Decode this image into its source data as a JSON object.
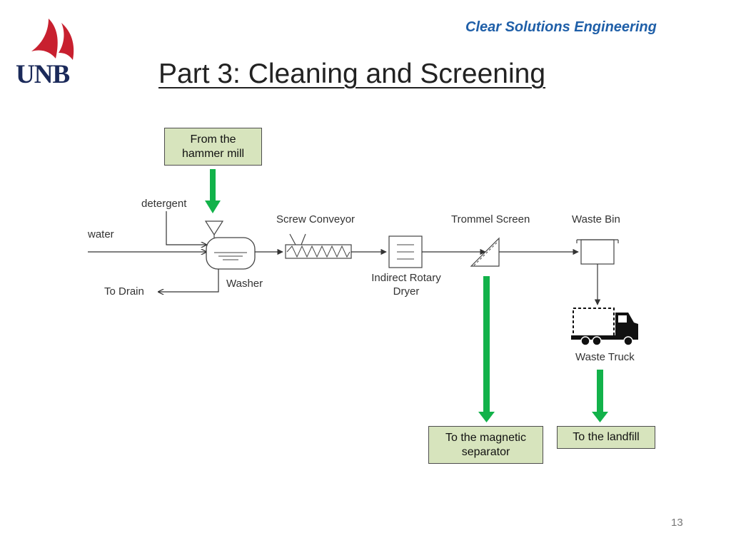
{
  "header": {
    "company": "Clear Solutions Engineering",
    "title": "Part 3: Cleaning and Screening",
    "logo_text": "UNB",
    "page_number": "13"
  },
  "diagram": {
    "input_box": {
      "line1": "From the",
      "line2": "hammer mill"
    },
    "labels": {
      "detergent": "detergent",
      "water": "water",
      "to_drain": "To Drain",
      "washer": "Washer",
      "screw_conveyor": "Screw Conveyor",
      "dryer_line1": "Indirect Rotary",
      "dryer_line2": "Dryer",
      "trommel_screen": "Trommel Screen",
      "waste_bin": "Waste Bin",
      "waste_truck": "Waste Truck"
    },
    "output_boxes": {
      "magnetic_line1": "To the magnetic",
      "magnetic_line2": "separator",
      "landfill": "To the landfill"
    }
  },
  "colors": {
    "accent_green": "#12b24a",
    "box_fill": "#d7e4bd",
    "company_blue": "#1f5fa8",
    "logo_red": "#c8202f",
    "logo_navy": "#1b2a5a"
  }
}
